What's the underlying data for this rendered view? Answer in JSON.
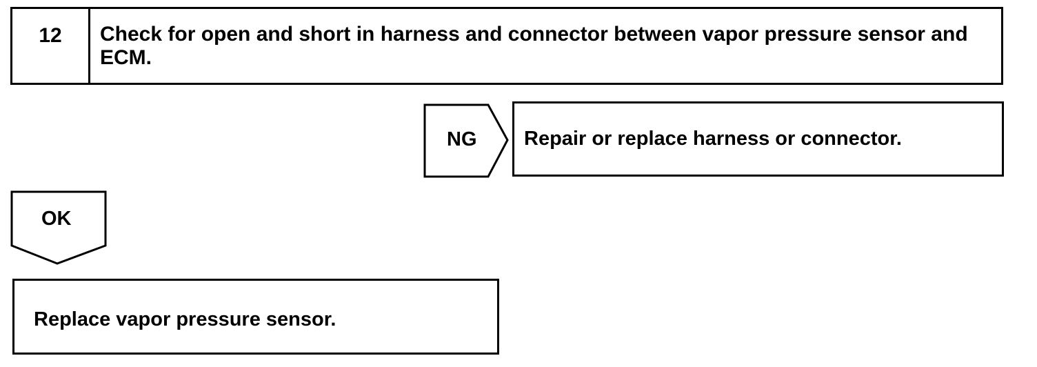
{
  "step": {
    "number": "12",
    "text": "Check for open and short in harness and connector between vapor pressure sensor and ECM."
  },
  "ng_branch": {
    "label": "NG",
    "action": "Repair or replace harness or connector."
  },
  "ok_branch": {
    "label": "OK",
    "action": "Replace vapor pressure sensor."
  },
  "colors": {
    "line": "#000000",
    "background": "#ffffff"
  }
}
